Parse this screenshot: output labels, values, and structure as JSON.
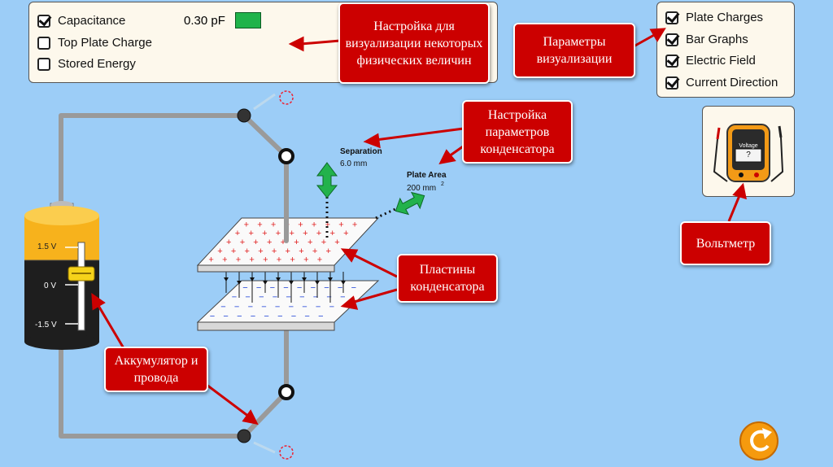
{
  "top_panel": {
    "capacitance_label": "Capacitance",
    "capacitance_value": "0.30 pF",
    "capacitance_checked": true,
    "top_plate_charge_label": "Top Plate Charge",
    "top_plate_charge_checked": false,
    "stored_energy_label": "Stored Energy",
    "stored_energy_checked": false
  },
  "view_panel": {
    "plate_charges": "Plate Charges",
    "bar_graphs": "Bar Graphs",
    "electric_field": "Electric Field",
    "current_direction": "Current Direction"
  },
  "callouts": {
    "visualization_settings": "Настройка для визуализации некоторых физических величин",
    "visualization_params": "Параметры визуализации",
    "capacitor_params": "Настройка параметров конденсатора",
    "plates": "Пластины конденсатора",
    "voltmeter": "Вольтметр",
    "battery": "Аккумулятор и провода"
  },
  "capacitor": {
    "separation_label": "Separation",
    "separation_value": "6.0 mm",
    "plate_area_label": "Plate Area",
    "plate_area_value": "200 mm",
    "plate_area_exp": "2"
  },
  "battery": {
    "tick_top": "1.5 V",
    "tick_mid": "0 V",
    "tick_bottom": "-1.5 V"
  },
  "voltmeter": {
    "title": "Voltage",
    "reading": "?"
  },
  "colors": {
    "background": "#9ccdf7",
    "callout": "#cc0000",
    "capacitance_swatch": "#1fb34a",
    "positive_charge": "#e02020",
    "negative_charge": "#1a3fd6",
    "drag_arrow": "#22b24c",
    "battery_top": "#f7b21c",
    "slider_knob": "#f5d21a",
    "reset_button": "#f59a0e"
  },
  "icons": [
    "checkbox-checked",
    "checkbox-empty",
    "vertical-drag-arrow",
    "diagonal-drag-arrow",
    "multimeter-icon",
    "reset-icon"
  ]
}
